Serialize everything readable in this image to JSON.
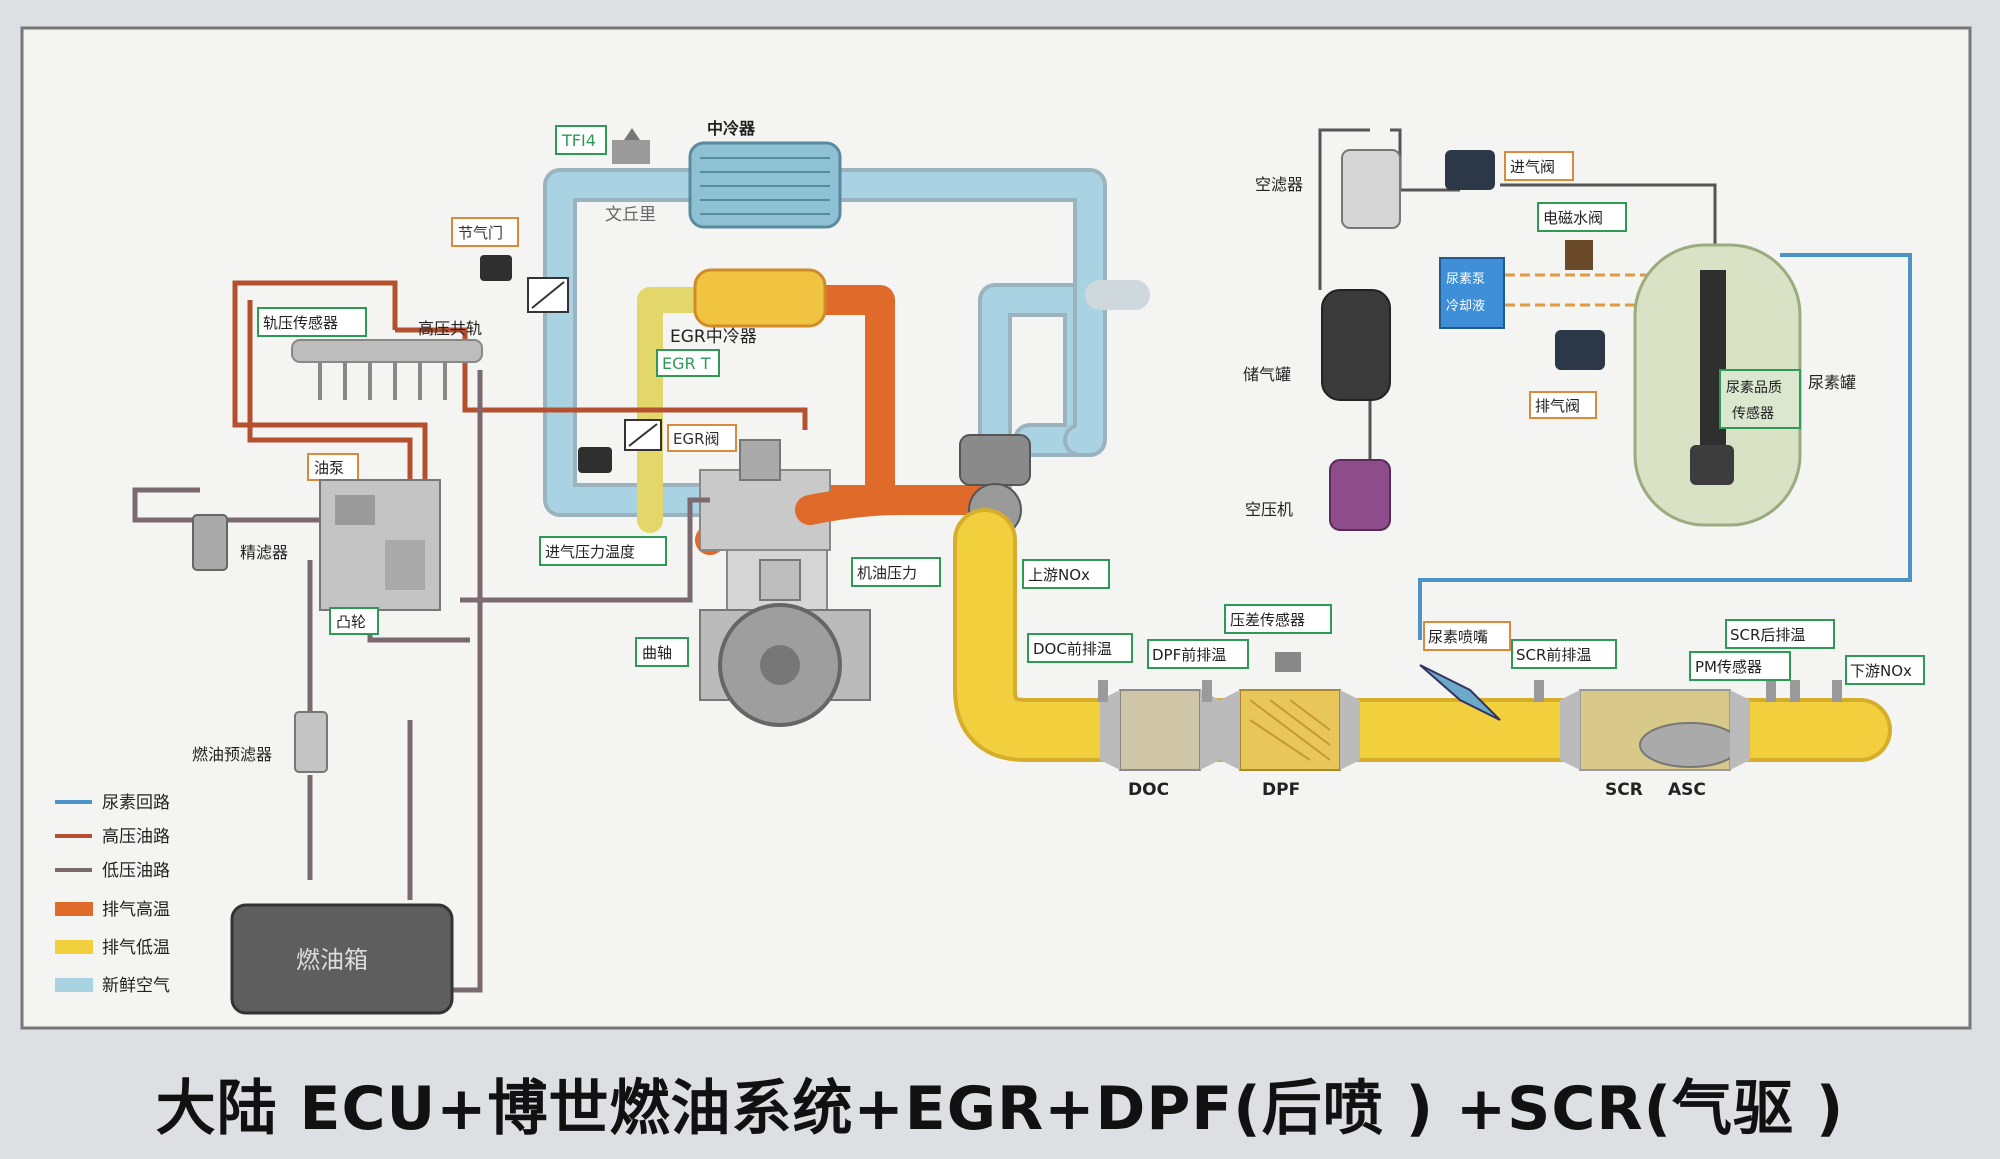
{
  "caption": "大陆 ECU+博世燃油系统+EGR+DPF(后喷 ) +SCR(气驱 )",
  "colors": {
    "background": "#f4f4f2",
    "fresh_air": "#a9d3e2",
    "exhaust_high": "#e06a2a",
    "exhaust_low": "#f2cf3c",
    "high_pressure_oil": "#b5502f",
    "low_pressure_oil": "#7a6a70",
    "urea": "#4e93c8",
    "label_green": "#2e9a55",
    "label_orange": "#d98a3a",
    "gray_part": "#b8b8b8"
  },
  "labels": {
    "tfi4": "TFI4",
    "intercooler": "中冷器",
    "venturi": "文丘里",
    "throttle": "节气门",
    "rail_sensor": "轨压传感器",
    "common_rail": "高压共轨",
    "egr_cooler": "EGR中冷器",
    "egr_t": "EGR T",
    "egr_valve": "EGR阀",
    "metering_valve": "油泵",
    "fine_filter": "精滤器",
    "cam": "凸轮",
    "intake_pt": "进气压力温度",
    "oil_pressure": "机油压力",
    "crankshaft": "曲轴",
    "pre_filter": "燃油预滤器",
    "fuel_tank": "燃油箱",
    "air_filter": "空滤器",
    "air_tank": "储气罐",
    "compressor": "空压机",
    "intake_valve": "进气阀",
    "coolant_valve": "电磁水阀",
    "exhaust_valve": "排气阀",
    "urea_tank": "尿素罐",
    "urea_quality_1": "尿素品质",
    "urea_quality_2": "传感器",
    "dcu_1": "尿素泵",
    "dcu_2": "冷却液",
    "upstream_nox": "上游NOx",
    "doc_temp": "DOC前排温",
    "dpf_temp": "DPF前排温",
    "dp_sensor": "压差传感器",
    "urea_nozzle": "尿素喷嘴",
    "scr_pre_temp": "SCR前排温",
    "scr_post_temp": "SCR后排温",
    "pm_sensor": "PM传感器",
    "downstream_nox": "下游NOx",
    "doc": "DOC",
    "dpf": "DPF",
    "scr": "SCR",
    "asc": "ASC"
  },
  "legend": [
    {
      "label": "尿素回路",
      "color": "#4e93c8",
      "kind": "line"
    },
    {
      "label": "高压油路",
      "color": "#b5502f",
      "kind": "line"
    },
    {
      "label": "低压油路",
      "color": "#7a6a70",
      "kind": "line"
    },
    {
      "label": "排气高温",
      "color": "#e06a2a",
      "kind": "box"
    },
    {
      "label": "排气低温",
      "color": "#f2cf3c",
      "kind": "box"
    },
    {
      "label": "新鲜空气",
      "color": "#a9d3e2",
      "kind": "box"
    }
  ]
}
